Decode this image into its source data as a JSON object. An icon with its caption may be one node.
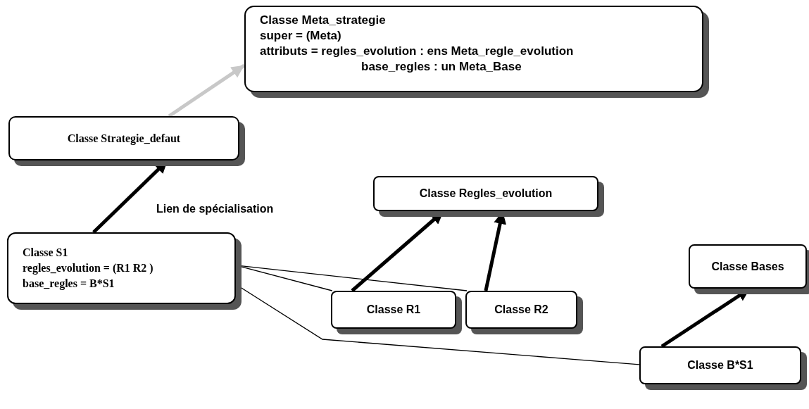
{
  "diagram": {
    "nodes": [
      {
        "text": [
          "Classe Meta_strategie",
          "super = (Meta)",
          "attributs = regles_evolution : ens Meta_regle_evolution",
          "base_regles : un Meta_Base"
        ]
      },
      {
        "text": [
          "Classe Strategie_defaut"
        ]
      },
      {
        "text": [
          "Classe S1",
          "regles_evolution = (R1 R2 )",
          "base_regles = B*S1"
        ]
      },
      {
        "text": [
          "Classe Regles_evolution"
        ]
      },
      {
        "text": [
          "Classe R1"
        ]
      },
      {
        "text": [
          "Classe R2"
        ]
      },
      {
        "text": [
          "Classe Bases"
        ]
      },
      {
        "text": [
          "Classe B*S1"
        ]
      }
    ],
    "edges": [
      {
        "from": 1,
        "to": 0,
        "arrow": "to",
        "color": "#c8c8c8"
      },
      {
        "from": 2,
        "to": 1,
        "arrow": "to",
        "label": "Lien de spécialisation"
      },
      {
        "from": 4,
        "to": 3,
        "arrow": "to"
      },
      {
        "from": 5,
        "to": 3,
        "arrow": "to"
      },
      {
        "from": 7,
        "to": 6,
        "arrow": "to"
      },
      {
        "from": 2,
        "to": 4,
        "arrow": "none"
      },
      {
        "from": 2,
        "to": 5,
        "arrow": "none"
      },
      {
        "from": 2,
        "to": 7,
        "arrow": "none"
      }
    ]
  }
}
